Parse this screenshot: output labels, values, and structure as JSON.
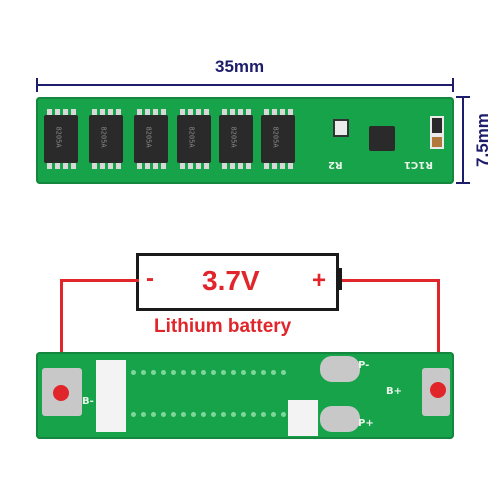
{
  "top_view": {
    "width_label": "35mm",
    "height_label": "7.5mm",
    "chip_markings": [
      "8205A",
      "8205A",
      "8205A",
      "8205A",
      "8205A",
      "8205A"
    ],
    "silkscreen": {
      "r2": "R2",
      "r1c1": "R1C1"
    }
  },
  "battery": {
    "minus": "-",
    "voltage": "3.7V",
    "plus": "+",
    "caption": "Lithium battery"
  },
  "bottom_view": {
    "labels": {
      "b_minus": "B-",
      "p_minus": "P-",
      "b_plus": "B+",
      "p_plus": "P+"
    }
  },
  "colors": {
    "pcb_green": "#17a34a",
    "dimension_blue": "#1d1d6b",
    "wire_red": "#e0262a"
  }
}
